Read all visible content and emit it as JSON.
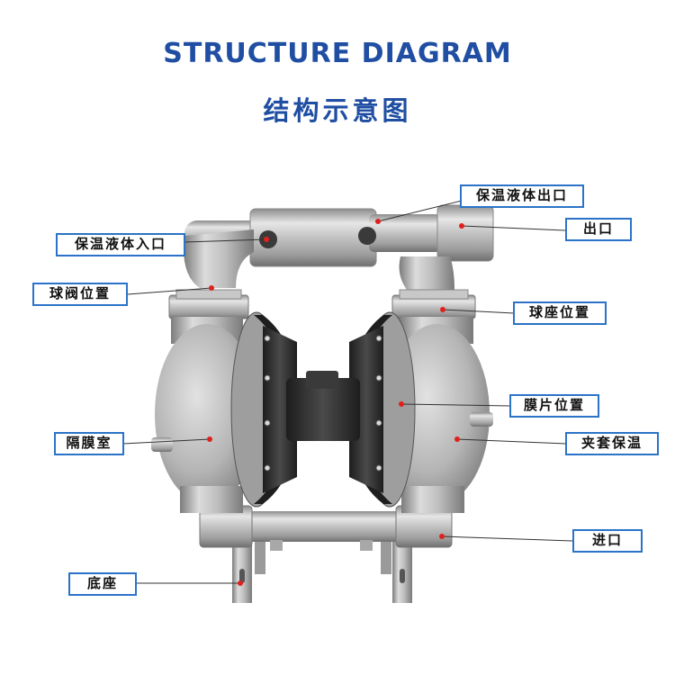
{
  "title_en": "STRUCTURE DIAGRAM",
  "title_zh": "结构示意图",
  "colors": {
    "title": "#1f4ea3",
    "label_border": "#2b73c8",
    "marker": "#e0201c",
    "metal": "#b9b9b9",
    "black_plate": "#2a2a2a"
  },
  "labels": {
    "outlet_insulation": "保温液体出口",
    "outlet": "出口",
    "inlet_insulation": "保温液体入口",
    "ball_valve": "球阀位置",
    "ball_seat": "球座位置",
    "diaphragm": "膜片位置",
    "diaphragm_chamber": "隔膜室",
    "jacket": "夹套保温",
    "inlet": "进口",
    "base": "底座"
  }
}
